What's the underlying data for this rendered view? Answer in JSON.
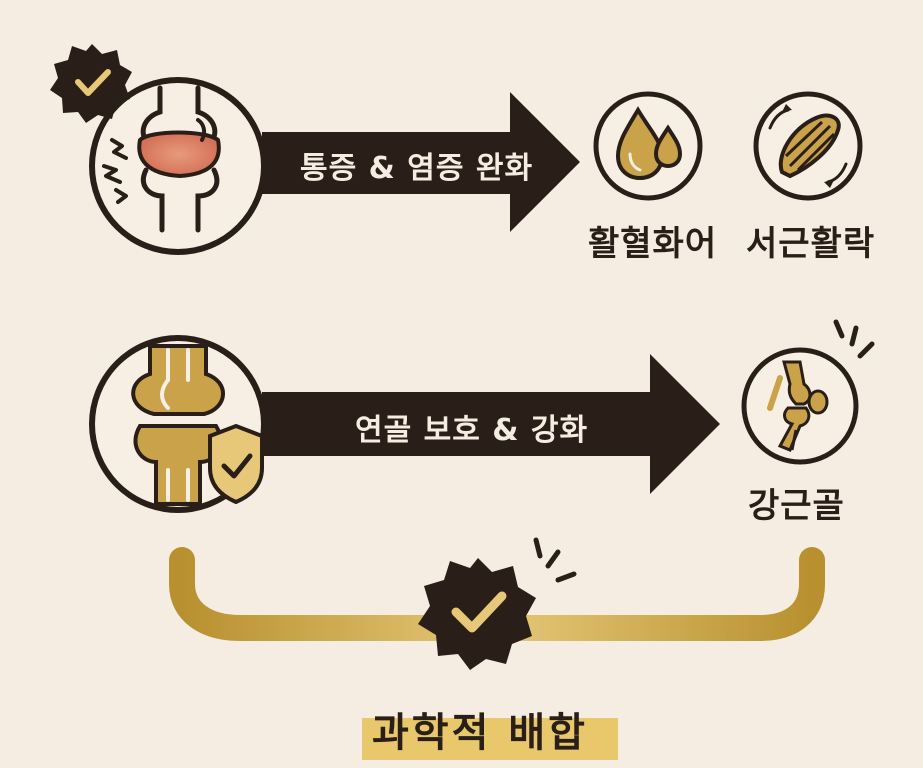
{
  "colors": {
    "background": "#f5ede1",
    "dark_brown": "#2a1f18",
    "gold": "#c9a24a",
    "gold_light": "#e2c27a",
    "inflammation": "#d9826a"
  },
  "rows": [
    {
      "arrow_label": "통증 & 염증 완화",
      "source_icon": "inflamed-knee-joint-icon",
      "results": [
        {
          "icon": "blood-drops-icon",
          "label": "활혈화어"
        },
        {
          "icon": "muscle-fiber-icon",
          "label": "서근활락"
        }
      ]
    },
    {
      "arrow_label": "연골 보호 & 강화",
      "source_icon": "protected-cartilage-joint-icon",
      "results": [
        {
          "icon": "strong-bone-joint-icon",
          "label": "강근골"
        }
      ]
    }
  ],
  "conclusion": {
    "icon": "check-badge-icon",
    "label": "과학적 배합"
  }
}
